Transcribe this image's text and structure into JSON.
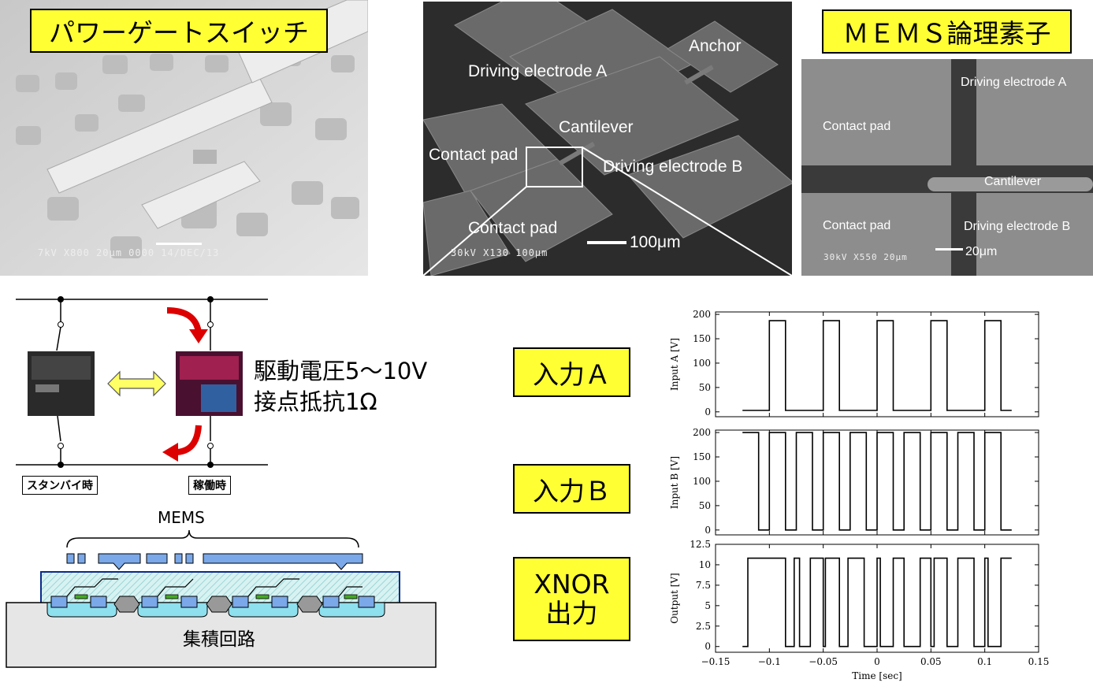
{
  "power_gate": {
    "title": "パワーゲートスイッチ",
    "sem_info": "7kV    X800  20μm 0000 14/DEC/13"
  },
  "sem_middle": {
    "labels": {
      "anchor": "Anchor",
      "driving_a": "Driving electrode A",
      "cantilever": "Cantilever",
      "contact_pad_upper": "Contact pad",
      "driving_b": "Driving electrode B",
      "contact_pad_lower": "Contact pad"
    },
    "scale_text": "100μm",
    "sem_info": "30kV    X130  100μm"
  },
  "mems_logic": {
    "title": "ＭＥＭＳ論理素子",
    "labels": {
      "driving_a": "Driving electrode A",
      "contact_pad_upper": "Contact pad",
      "cantilever": "Cantilever",
      "contact_pad_lower": "Contact pad",
      "driving_b": "Driving electrode B"
    },
    "scale_text": "20μm",
    "sem_info": "30kV    X550   20μm"
  },
  "switch_diagram": {
    "specs_line1": "駆動電圧5～10V",
    "specs_line2": "接点抵抗1Ω",
    "standby_label": "スタンバイ時",
    "active_label": "稼働時"
  },
  "cross_section": {
    "mems_label": "MEMS",
    "ic_label": "集積回路"
  },
  "signal_tags": {
    "input_a": "入力Ａ",
    "input_b": "入力Ｂ",
    "xnor_line1": "XNOR",
    "xnor_line2": "出力"
  },
  "chart_data": [
    {
      "type": "line",
      "ylabel": "Input A [V]",
      "xlim": [
        -0.15,
        0.15
      ],
      "ylim": [
        -10,
        205
      ],
      "yticks": [
        0,
        50,
        100,
        150,
        200
      ],
      "series": [
        {
          "x": [
            -0.125,
            -0.1,
            -0.1,
            -0.085,
            -0.085,
            -0.05,
            -0.05,
            -0.035,
            -0.035,
            0.0,
            0.0,
            0.015,
            0.015,
            0.05,
            0.05,
            0.065,
            0.065,
            0.1,
            0.1,
            0.115,
            0.115,
            0.125
          ],
          "y": [
            3,
            3,
            187,
            187,
            3,
            3,
            187,
            187,
            3,
            3,
            187,
            187,
            3,
            3,
            187,
            187,
            3,
            3,
            187,
            187,
            3,
            3
          ]
        }
      ]
    },
    {
      "type": "line",
      "ylabel": "Input B [V]",
      "xlim": [
        -0.15,
        0.15
      ],
      "ylim": [
        -10,
        205
      ],
      "yticks": [
        0,
        50,
        100,
        150,
        200
      ],
      "series": [
        {
          "x": [
            -0.125,
            -0.125,
            -0.11,
            -0.11,
            -0.1,
            -0.1,
            -0.085,
            -0.085,
            -0.075,
            -0.075,
            -0.06,
            -0.06,
            -0.05,
            -0.05,
            -0.035,
            -0.035,
            -0.025,
            -0.025,
            -0.01,
            -0.01,
            0.0,
            0.0,
            0.015,
            0.015,
            0.025,
            0.025,
            0.04,
            0.04,
            0.05,
            0.05,
            0.065,
            0.065,
            0.075,
            0.075,
            0.09,
            0.09,
            0.1,
            0.1,
            0.115,
            0.115,
            0.125
          ],
          "y": [
            200,
            200,
            200,
            0,
            0,
            200,
            200,
            0,
            0,
            200,
            200,
            0,
            0,
            200,
            200,
            0,
            0,
            200,
            200,
            0,
            0,
            200,
            200,
            0,
            0,
            200,
            200,
            0,
            0,
            200,
            200,
            0,
            0,
            200,
            200,
            0,
            0,
            200,
            200,
            0,
            0
          ]
        }
      ]
    },
    {
      "type": "line",
      "xlabel": "Time [sec]",
      "ylabel": "Output [V]",
      "xlim": [
        -0.15,
        0.15
      ],
      "ylim": [
        -0.7,
        12.5
      ],
      "xticks": [
        -0.15,
        -0.1,
        -0.05,
        0,
        0.05,
        0.1,
        0.15
      ],
      "xtick_labels": [
        "−0.15",
        "−0.1",
        "−0.05",
        "0",
        "0.05",
        "0.1",
        "0.15"
      ],
      "yticks": [
        0,
        2.5,
        5,
        7.5,
        10,
        12.5
      ],
      "series": [
        {
          "x": [
            -0.125,
            -0.12,
            -0.12,
            -0.085,
            -0.085,
            -0.077,
            -0.077,
            -0.072,
            -0.072,
            -0.062,
            -0.062,
            -0.05,
            -0.05,
            -0.048,
            -0.048,
            -0.035,
            -0.035,
            -0.027,
            -0.027,
            -0.012,
            -0.012,
            0.0,
            0.0,
            0.003,
            0.003,
            0.015,
            0.015,
            0.025,
            0.025,
            0.04,
            0.04,
            0.05,
            0.05,
            0.053,
            0.053,
            0.065,
            0.065,
            0.075,
            0.075,
            0.09,
            0.09,
            0.1,
            0.1,
            0.103,
            0.103,
            0.115,
            0.115,
            0.125
          ],
          "y": [
            0,
            0,
            10.8,
            10.8,
            0,
            0,
            10.8,
            10.8,
            0,
            0,
            10.8,
            10.8,
            0,
            0,
            10.8,
            10.8,
            0,
            0,
            10.8,
            10.8,
            0,
            0,
            10.8,
            10.8,
            0,
            0,
            10.8,
            10.8,
            0,
            0,
            10.8,
            10.8,
            0,
            0,
            10.8,
            10.8,
            0,
            0,
            10.8,
            10.8,
            0,
            0,
            10.8,
            10.8,
            0,
            0,
            10.8,
            10.8
          ]
        }
      ]
    }
  ]
}
